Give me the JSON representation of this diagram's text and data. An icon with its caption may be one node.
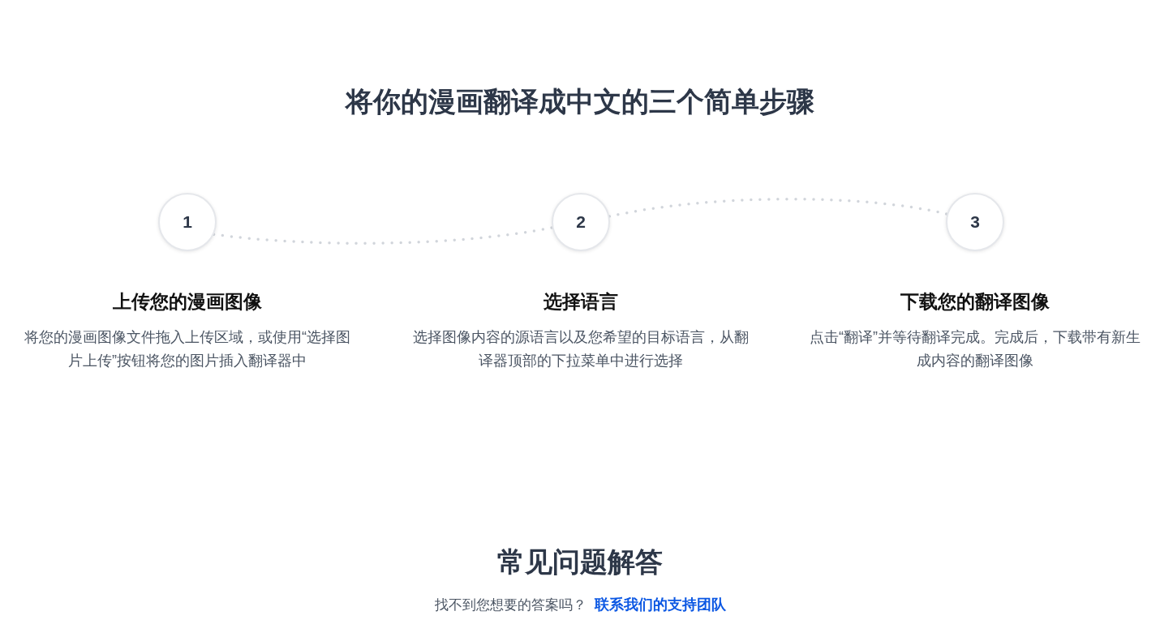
{
  "diagram": {
    "title": "将你的漫画翻译成中文的三个简单步骤",
    "nodes": [
      {
        "text": [
          "1"
        ],
        "beside": [
          "上传您的漫画图像",
          "将您的漫画图像文件拖入上传区域，或使用“选择图片上传”按钮将您的图片插入翻译器中"
        ]
      },
      {
        "text": [
          "2"
        ],
        "beside": [
          "选择语言",
          "选择图像内容的源语言以及您希望的目标语言，从翻译器顶部的下拉菜单中进行选择"
        ]
      },
      {
        "text": [
          "3"
        ],
        "beside": [
          "下载您的翻译图像",
          "点击“翻译”并等待翻译完成。完成后，下载带有新生成内容的翻译图像"
        ]
      }
    ],
    "edges": [
      {
        "from": 0,
        "to": 1,
        "arrow": "none",
        "style": "dashed"
      },
      {
        "from": 1,
        "to": 2,
        "arrow": "none",
        "style": "dashed"
      }
    ],
    "labels": [
      "常见问题解答",
      "找不到您想要的答案吗？",
      "联系我们的支持团队"
    ]
  }
}
